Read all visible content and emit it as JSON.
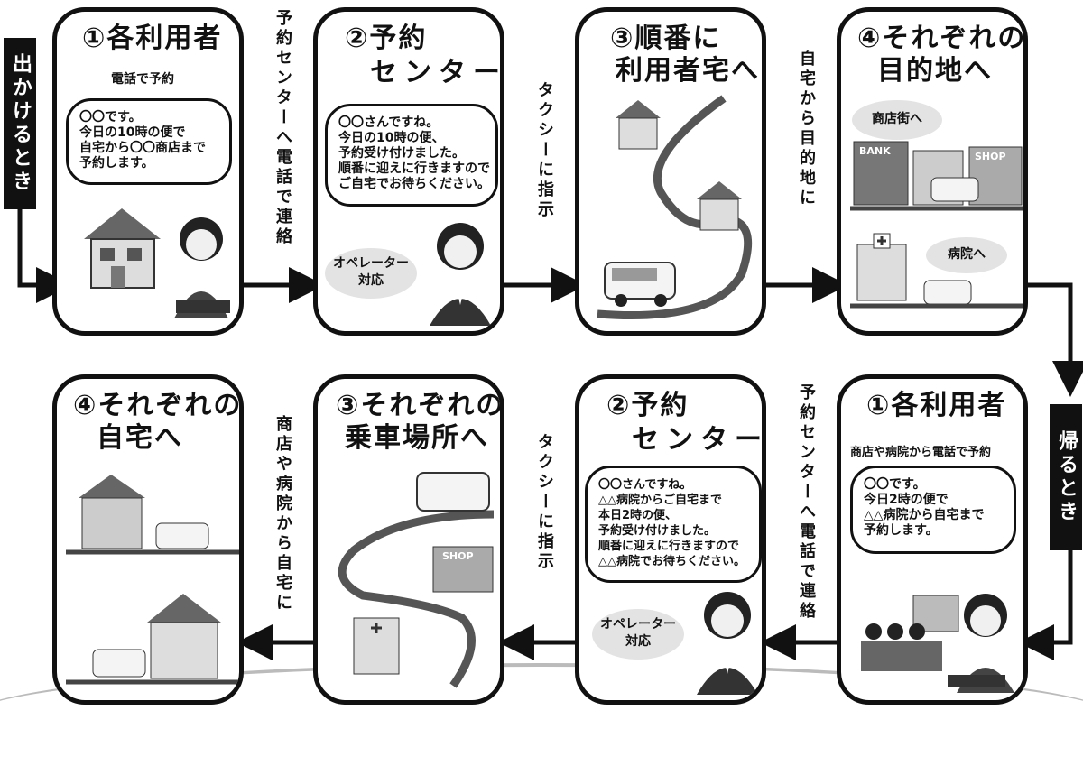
{
  "sides": {
    "going": "出かけるとき",
    "returning": "帰るとき"
  },
  "top": {
    "step1": {
      "title": "①各利用者",
      "caption": "電話で予約",
      "bubble": [
        "〇〇です。",
        "今日の10時の便で",
        "自宅から〇〇商店まで",
        "予約します。"
      ]
    },
    "step2": {
      "title1": "②予約",
      "title2": "センター",
      "bubble": [
        "〇〇さんですね。",
        "今日の10時の便、",
        "予約受け付けました。",
        "順番に迎えに行きますので",
        "ご自宅でお待ちください。"
      ],
      "operator": [
        "オペレーター",
        "対応"
      ]
    },
    "step3": {
      "title1": "③順番に",
      "title2": "利用者宅へ"
    },
    "step4": {
      "title1": "④それぞれの",
      "title2": "目的地へ",
      "label_shop": "商店街へ",
      "label_hospital": "病院へ",
      "sign_bank": "BANK",
      "sign_shop": "SHOP"
    },
    "conn12": "予約センターへ電話で連絡",
    "conn23": "タクシーに指示",
    "conn34": "自宅から目的地に"
  },
  "bottom": {
    "step1": {
      "title": "①各利用者",
      "caption": "商店や病院から電話で予約",
      "bubble": [
        "〇〇です。",
        "今日2時の便で",
        "△△病院から自宅まで",
        "予約します。"
      ]
    },
    "step2": {
      "title1": "②予約",
      "title2": "センター",
      "bubble": [
        "〇〇さんですね。",
        "△△病院からご自宅まで",
        "本日2時の便、",
        "予約受け付けました。",
        "順番に迎えに行きますので",
        "△△病院でお待ちください。"
      ],
      "operator": [
        "オペレーター",
        "対応"
      ]
    },
    "step3": {
      "title1": "③それぞれの",
      "title2": "乗車場所へ",
      "sign_shop": "SHOP"
    },
    "step4": {
      "title1": "④それぞれの",
      "title2": "自宅へ"
    },
    "conn12": "予約センターへ電話で連絡",
    "conn23": "タクシーに指示",
    "conn34": "商店や病院から自宅に"
  }
}
